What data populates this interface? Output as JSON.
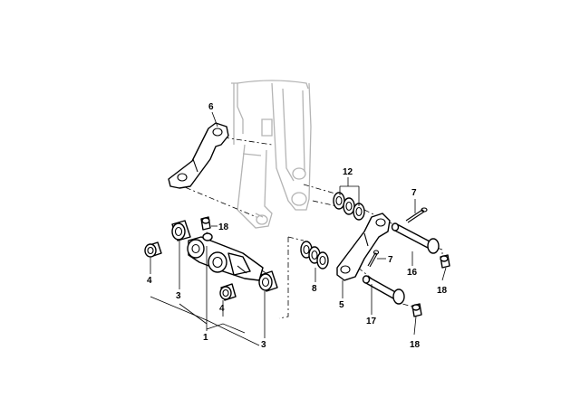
{
  "callouts": {
    "c1": "1",
    "c3a": "3",
    "c3b": "3",
    "c4a": "4",
    "c4b": "4",
    "c5": "5",
    "c6": "6",
    "c7a": "7",
    "c7b": "7",
    "c8": "8",
    "c12": "12",
    "c16": "16",
    "c17": "17",
    "c18a": "18",
    "c18b": "18",
    "c18c": "18"
  },
  "colors": {
    "parts": "#000000",
    "background_frame": "#b4b4b4",
    "background": "#ffffff"
  }
}
